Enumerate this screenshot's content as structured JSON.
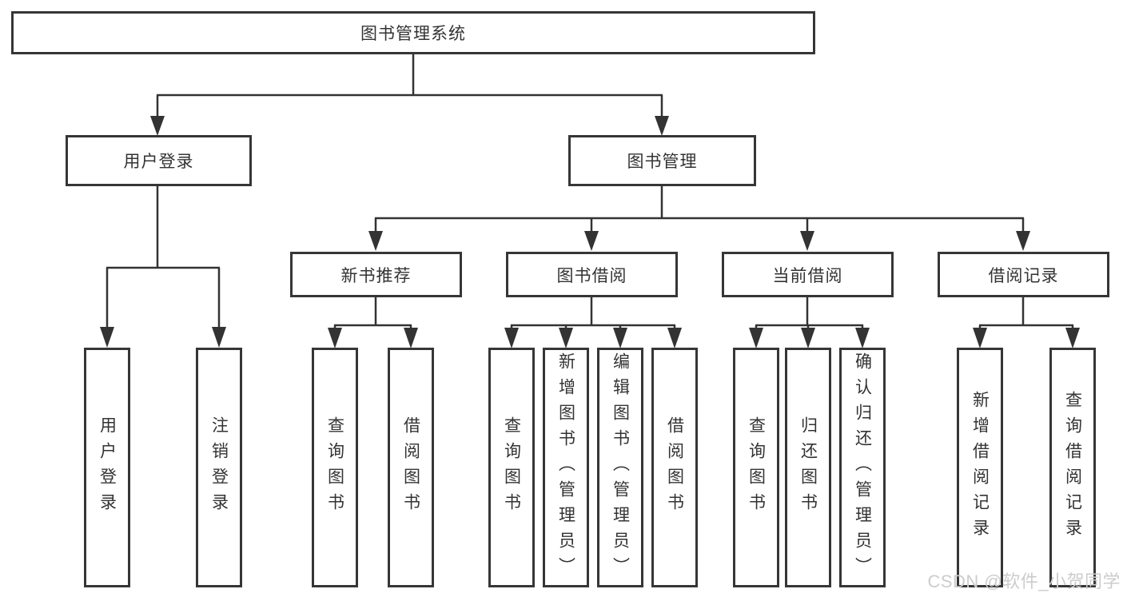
{
  "tree": {
    "label": "图书管理系统",
    "children": [
      {
        "label": "用户登录",
        "children": [
          {
            "label": "用户登录"
          },
          {
            "label": "注销登录"
          }
        ]
      },
      {
        "label": "图书管理",
        "children": [
          {
            "label": "新书推荐",
            "children": [
              {
                "label": "查询图书"
              },
              {
                "label": "借阅图书"
              }
            ]
          },
          {
            "label": "图书借阅",
            "children": [
              {
                "label": "查询图书"
              },
              {
                "label": "新增图书（管理员）"
              },
              {
                "label": "编辑图书（管理员）"
              },
              {
                "label": "借阅图书"
              }
            ]
          },
          {
            "label": "当前借阅",
            "children": [
              {
                "label": "查询图书"
              },
              {
                "label": "归还图书"
              },
              {
                "label": "确认归还（管理员）"
              }
            ]
          },
          {
            "label": "借阅记录",
            "children": [
              {
                "label": "新增借阅记录"
              },
              {
                "label": "查询借阅记录"
              }
            ]
          }
        ]
      }
    ]
  },
  "watermark": {
    "text": "CSDN @软件_小贺同学"
  },
  "colors": {
    "line": "#333333",
    "box_border": "#363636",
    "text": "#333333",
    "watermark": "#cccccc",
    "background": "#ffffff"
  }
}
